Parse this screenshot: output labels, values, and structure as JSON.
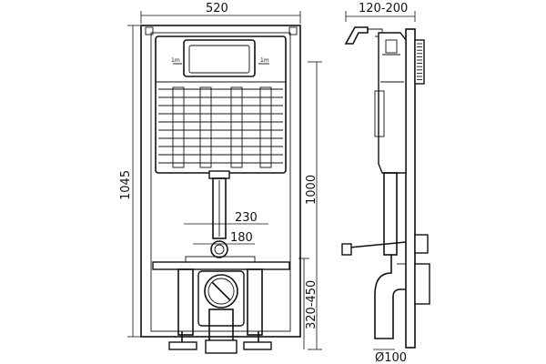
{
  "dimensions": {
    "width_front": "520",
    "depth_side": "120-200",
    "height_total": "1045",
    "height_bracket": "1000",
    "distance_230": "230",
    "distance_180": "180",
    "range_320_450": "320-450",
    "diameter": "Ø100"
  },
  "cistern_labels": {
    "left": "1m",
    "right": "1m"
  },
  "colors": {
    "line": "#111111",
    "background": "#ffffff"
  }
}
